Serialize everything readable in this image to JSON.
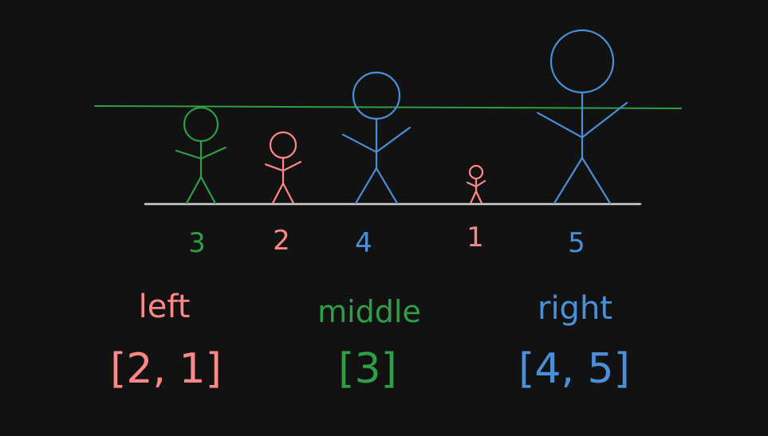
{
  "colors": {
    "background": "#121212",
    "green": "#2f9e44",
    "red": "#ff8787",
    "blue": "#4a90d9",
    "ground": "#d0d0d0"
  },
  "pivot_line_color": "green",
  "figures": [
    {
      "value": 3,
      "label": "3",
      "color": "green"
    },
    {
      "value": 2,
      "label": "2",
      "color": "red"
    },
    {
      "value": 4,
      "label": "4",
      "color": "blue"
    },
    {
      "value": 1,
      "label": "1",
      "color": "red"
    },
    {
      "value": 5,
      "label": "5",
      "color": "blue"
    }
  ],
  "groups": [
    {
      "name": "left",
      "items": "[2, 1]",
      "color": "red"
    },
    {
      "name": "middle",
      "items": "[3]",
      "color": "green"
    },
    {
      "name": "right",
      "items": "[4, 5]",
      "color": "blue"
    }
  ]
}
